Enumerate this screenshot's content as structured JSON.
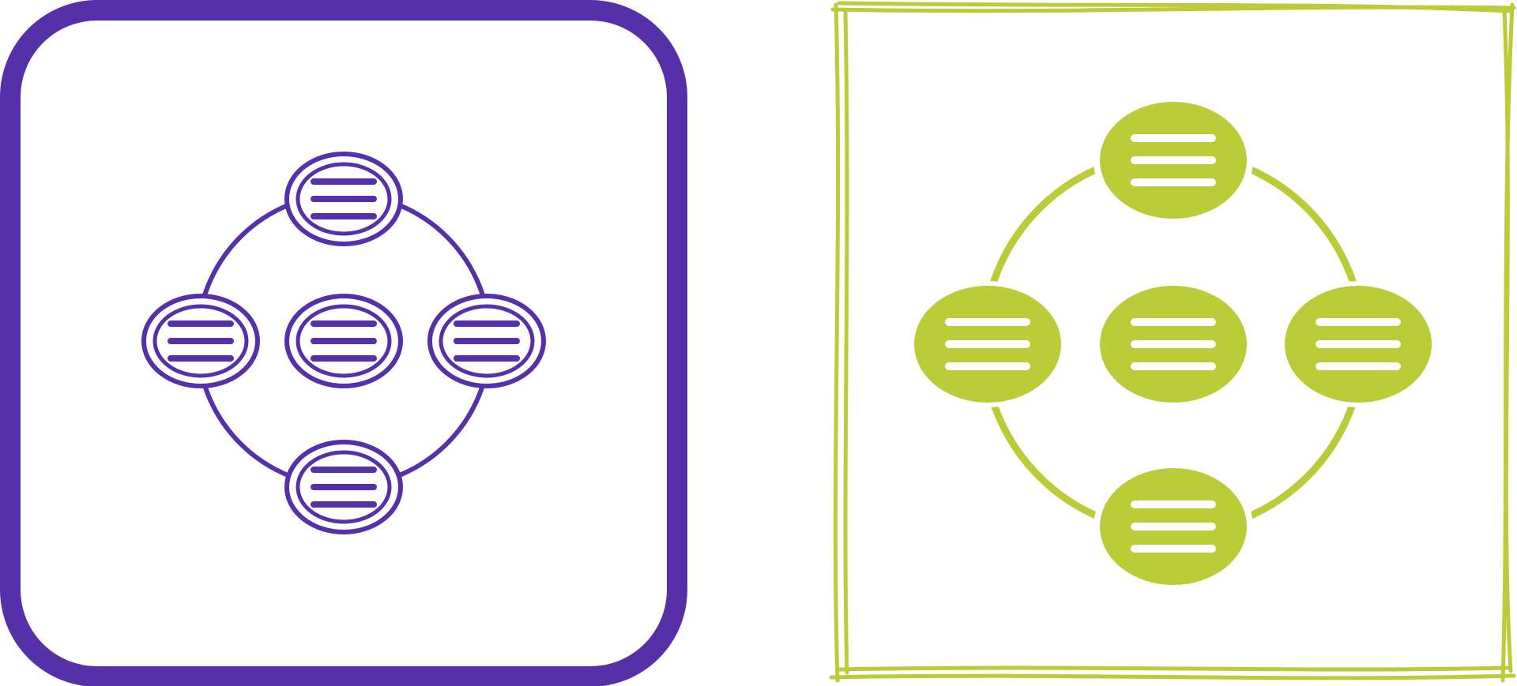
{
  "icons": [
    {
      "name": "network-diagram-outline-icon",
      "style": "outline",
      "frame": "rounded-square",
      "color": "#5530A8"
    },
    {
      "name": "network-diagram-filled-icon",
      "style": "filled",
      "frame": "hand-drawn-square",
      "color": "#BCCB38"
    }
  ],
  "background": "#FFFFFF"
}
